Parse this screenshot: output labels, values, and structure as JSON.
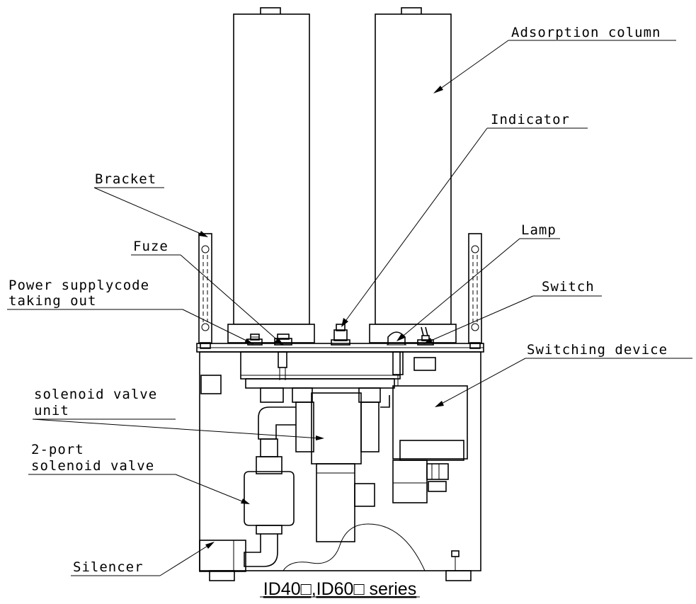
{
  "labels": {
    "adsorption_column": "Adsorption column",
    "indicator": "Indicator",
    "bracket": "Bracket",
    "lamp": "Lamp",
    "fuze": "Fuze",
    "power_supply_line1": "Power supplycode",
    "power_supply_line2": "taking out",
    "switch": "Switch",
    "switching_device": "Switching device",
    "solenoid_valve_unit_line1": "solenoid valve",
    "solenoid_valve_unit_line2": "unit",
    "two_port_line1": "2-port",
    "two_port_line2": "solenoid valve",
    "silencer": "Silencer"
  },
  "caption": "ID40□,ID60□ series"
}
